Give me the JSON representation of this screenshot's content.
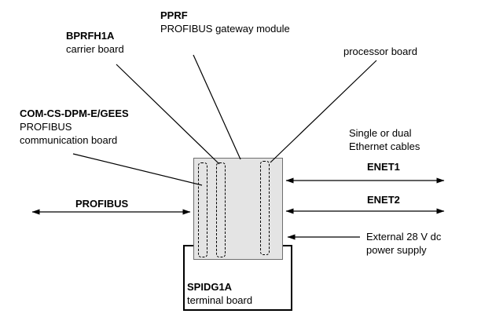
{
  "colors": {
    "background": "#ffffff",
    "module_fill": "#e4e4e4",
    "module_border": "#6e6e6e",
    "line": "#000000"
  },
  "callouts": {
    "pprf": {
      "name": "PPRF",
      "desc": "PROFIBUS gateway module"
    },
    "bprfh1a": {
      "name": "BPRFH1A",
      "desc": "carrier board"
    },
    "com_cs": {
      "name": "COM-CS-DPM-E/GEES",
      "desc1": "PROFIBUS",
      "desc2": "communication board"
    },
    "processor": {
      "desc": "processor board"
    },
    "spidg1a": {
      "name": "SPIDG1A",
      "desc": "terminal board"
    }
  },
  "connections": {
    "profibus": "PROFIBUS",
    "enet1": "ENET1",
    "enet2": "ENET2",
    "ethernet_note1": "Single or dual",
    "ethernet_note2": "Ethernet cables",
    "power1": "External 28 V dc",
    "power2": "power supply"
  }
}
